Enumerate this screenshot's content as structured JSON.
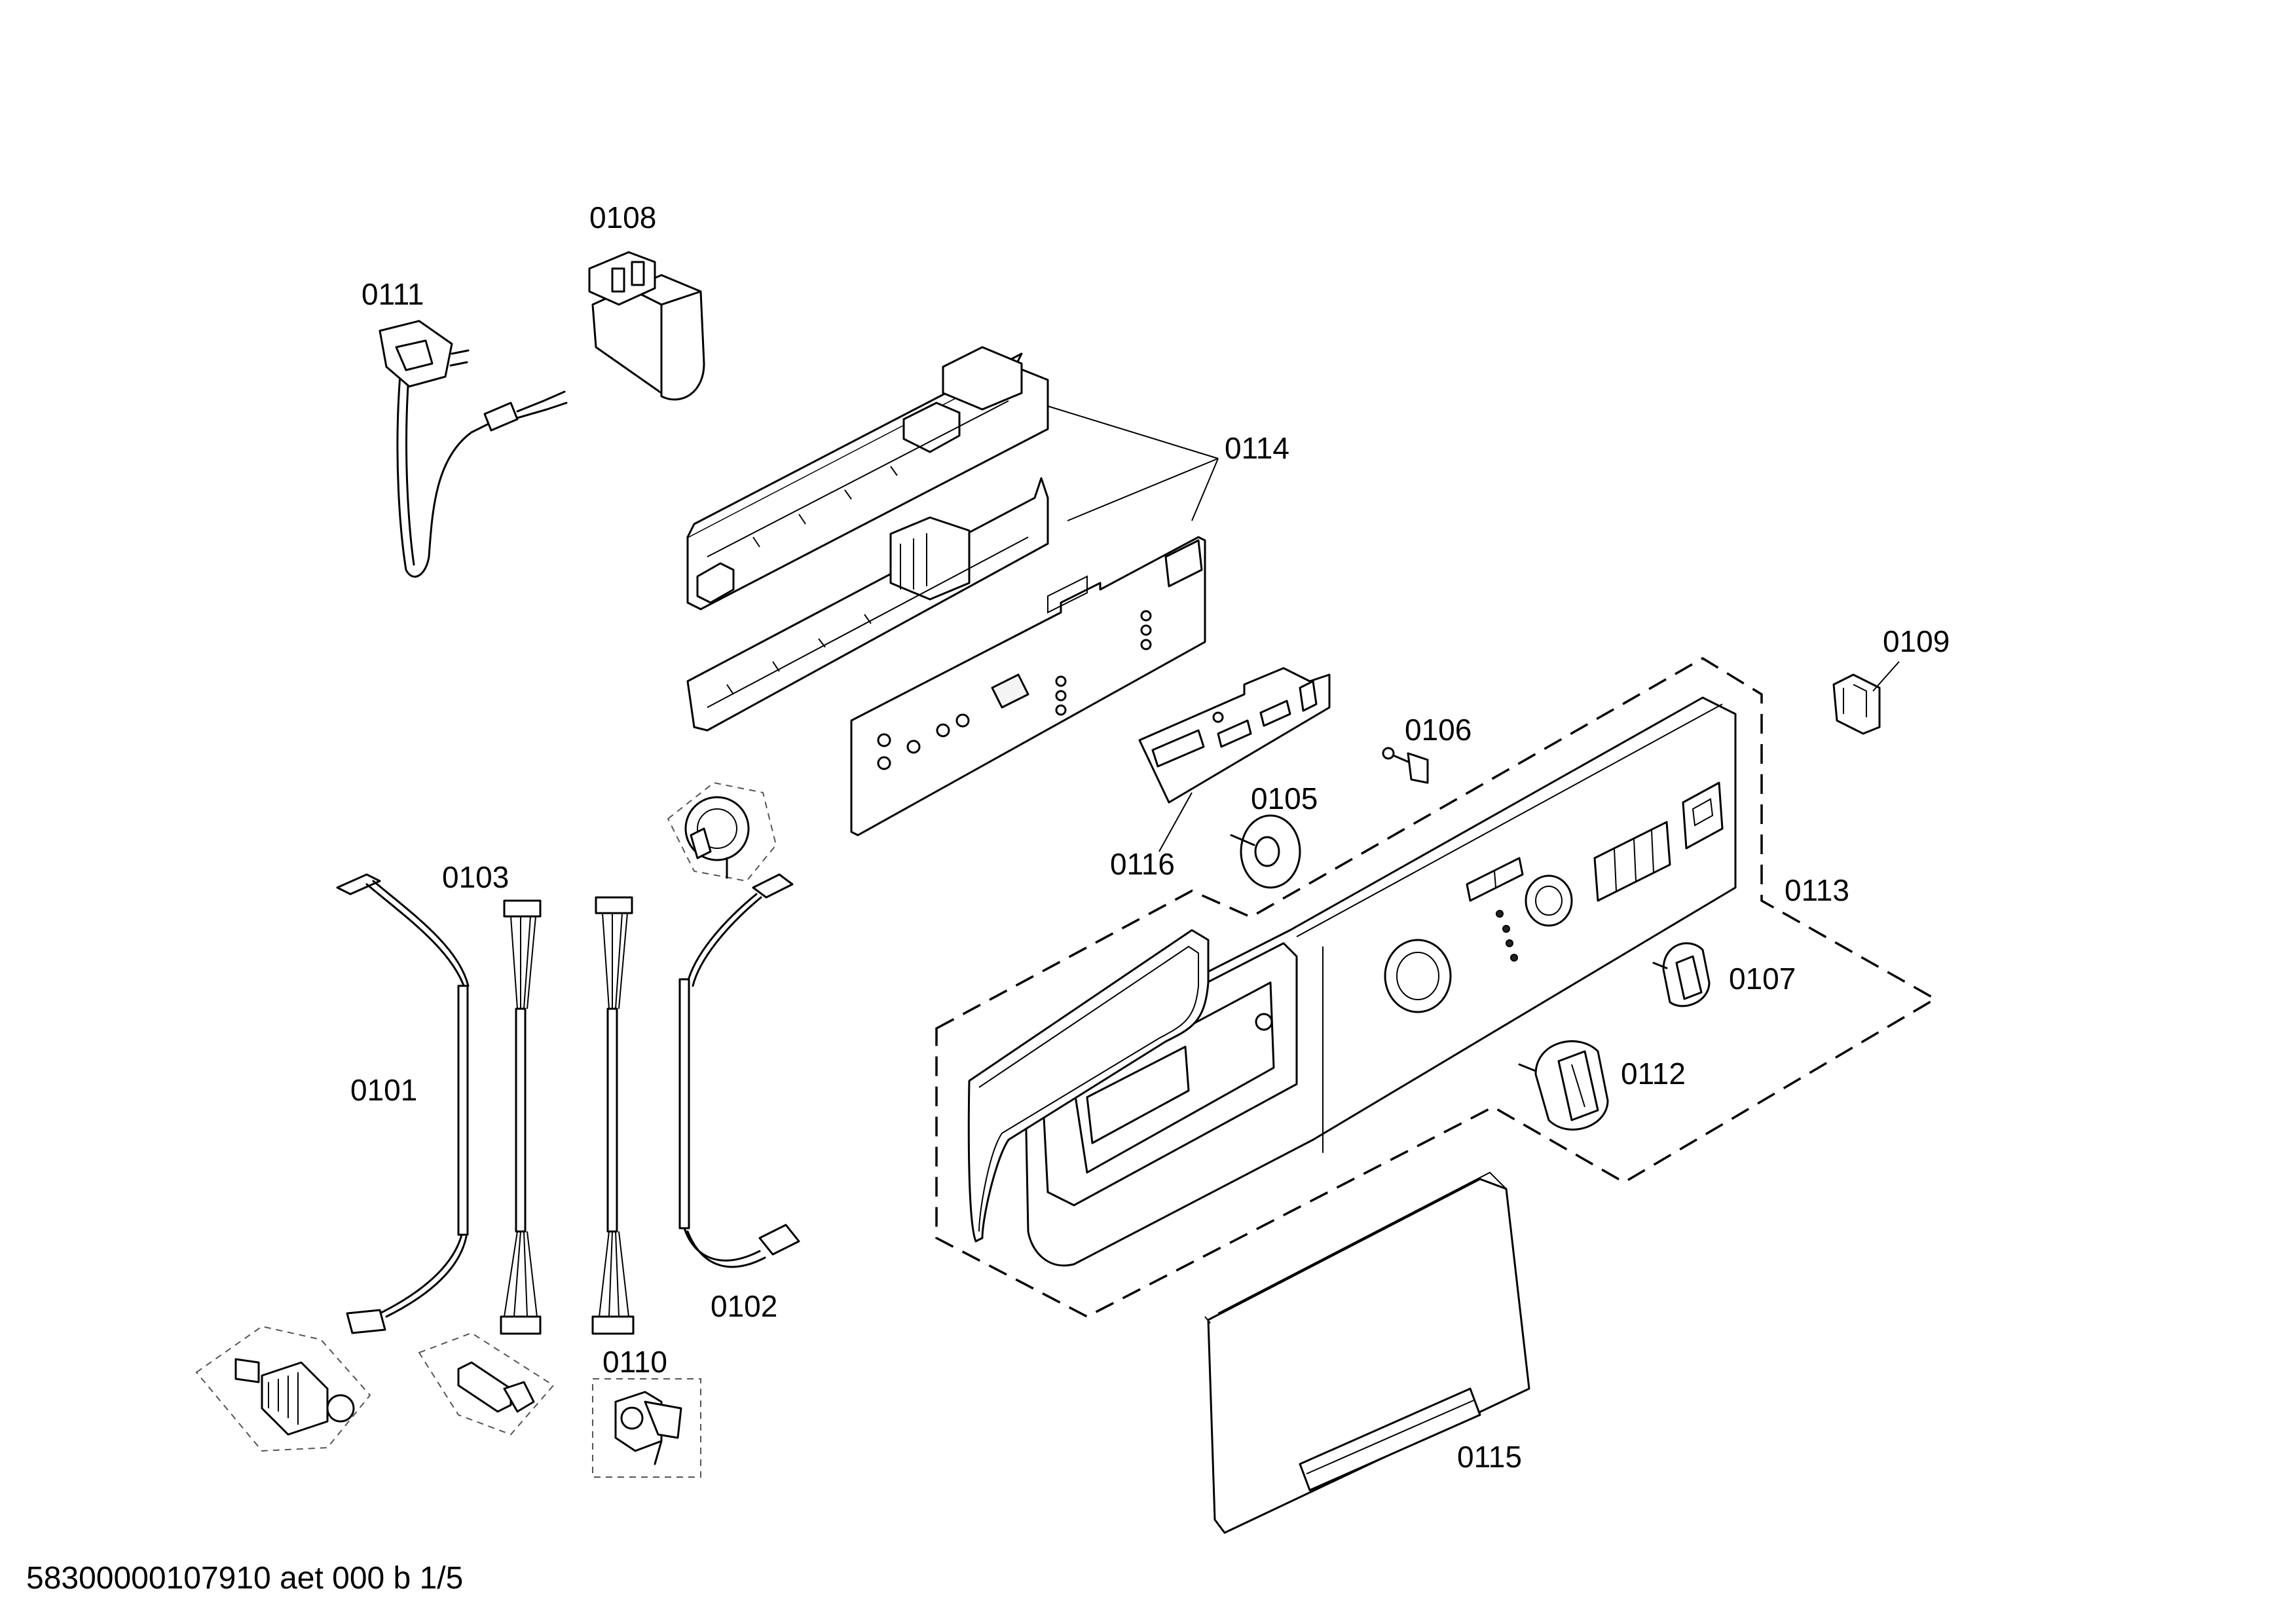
{
  "labels": {
    "p0101": "0101",
    "p0102": "0102",
    "p0103": "0103",
    "p0105": "0105",
    "p0106": "0106",
    "p0107": "0107",
    "p0108": "0108",
    "p0109": "0109",
    "p0110": "0110",
    "p0111": "0111",
    "p0112": "0112",
    "p0113": "0113",
    "p0114": "0114",
    "p0115": "0115",
    "p0116": "0116"
  },
  "footer": {
    "doc_id": "58300000107910 aet 000 b 1/5"
  }
}
